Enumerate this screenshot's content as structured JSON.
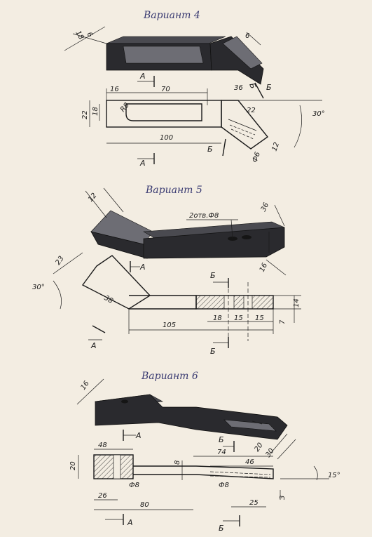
{
  "variant4": {
    "title": "Вариант 4",
    "iso_dims": [
      "18",
      "6",
      "6",
      "Б"
    ],
    "dims": {
      "d16": "16",
      "d70": "70",
      "d36": "36",
      "d22": "22",
      "d18": "18",
      "r8": "R8",
      "d100": "100",
      "a22": "22",
      "d30deg": "30°",
      "d12": "12",
      "phi6": "Ф6"
    },
    "cuts": {
      "a_top": "A",
      "b_right": "Б",
      "a_bottom": "A",
      "b_bottom": "Б"
    }
  },
  "variant5": {
    "title": "Вариант 5",
    "iso_dims": [
      "12",
      "2отв.Ф8",
      "36",
      "16"
    ],
    "dims": {
      "d23": "23",
      "d38": "38",
      "d30deg": "30°",
      "d105": "105",
      "d18": "18",
      "d15a": "15",
      "d15b": "15",
      "d14": "14",
      "d7": "7"
    },
    "cuts": {
      "a_top": "A",
      "a_bottom": "A",
      "b_top": "Б",
      "b_bottom": "Б"
    }
  },
  "variant6": {
    "title": "Вариант 6",
    "iso_dims": [
      "16",
      "20",
      "30"
    ],
    "dims": {
      "d48": "48",
      "d74": "74",
      "d46": "46",
      "d20": "20",
      "d8": "8",
      "phi8a": "Ф8",
      "phi8b": "Ф8",
      "d15deg": "15°",
      "d3": "3",
      "d26": "26",
      "d80": "80",
      "d25": "25"
    },
    "cuts": {
      "a_top": "A",
      "b_top": "Б",
      "a_bottom": "A",
      "b_bottom": "Б"
    }
  }
}
